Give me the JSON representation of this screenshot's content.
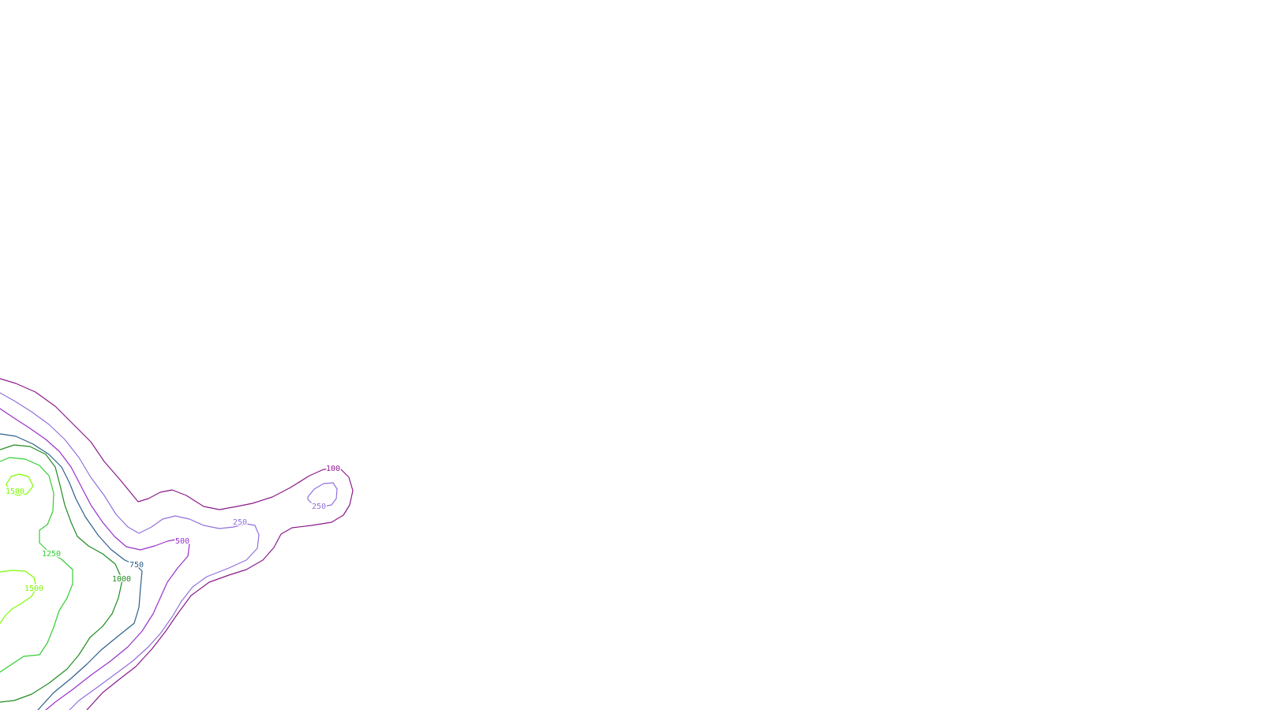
{
  "map": {
    "type": "contour",
    "colors": {
      "background": "#ffffff",
      "c100": "#8b1a8b",
      "c250": "#9370db",
      "c500": "#9932cc",
      "c750": "#2c5f8a",
      "c1000": "#228b22",
      "c1250": "#32cd32",
      "c1500": "#7cfc00"
    },
    "contour_labels": {
      "c100": "100",
      "c250_a": "250",
      "c250_b": "250",
      "c500": "500",
      "c750": "750",
      "c1000": "1000",
      "c1250": "1250",
      "c1500_a": "1500",
      "c1500_b": "1500"
    }
  }
}
